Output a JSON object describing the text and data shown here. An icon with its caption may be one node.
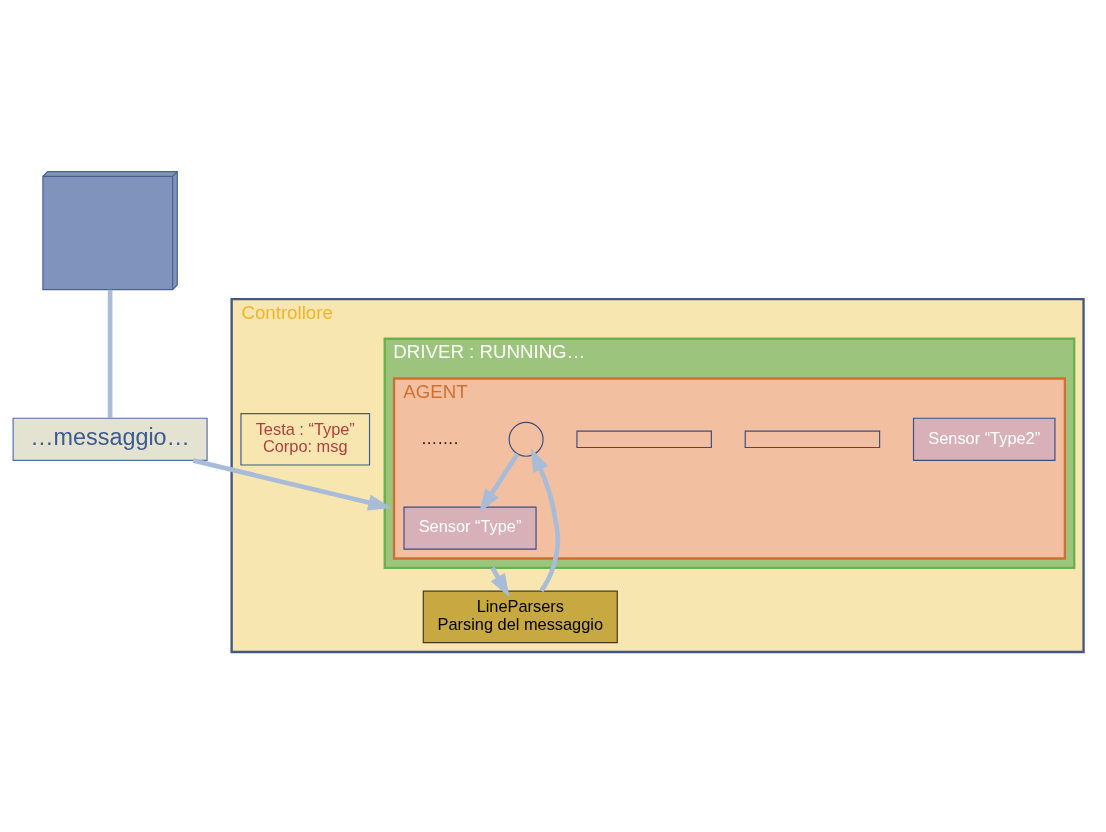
{
  "diagram": {
    "nodes": [
      {
        "text": [],
        "shape": "box"
      },
      {
        "text": [
          "Controllore"
        ]
      },
      {
        "text": [
          "…messaggio…"
        ]
      },
      {
        "text": [
          "DRIVER : RUNNING…"
        ],
        "in": 1
      },
      {
        "text": [
          "AGENT"
        ],
        "in": 3
      },
      {
        "text": [
          "Sensor “Type”"
        ],
        "in": 4
      },
      {
        "text": [
          "Sensor “Type2”"
        ],
        "in": 4
      },
      {
        "text": [],
        "shape": "bar",
        "in": 4
      },
      {
        "text": [],
        "shape": "bar",
        "in": 4
      },
      {
        "text": [],
        "shape": "circle",
        "in": 4
      },
      {
        "text": [
          "Testa : “Type”",
          "Corpo: msg"
        ],
        "in": 1
      },
      {
        "text": [
          "LineParsers",
          "Parsing del messaggio"
        ],
        "in": 1
      }
    ],
    "edges": [
      {
        "from": 0,
        "to": 2,
        "arrow": "none"
      },
      {
        "from": 2,
        "to": 3,
        "arrow": "to"
      },
      {
        "from": 3,
        "to": 11,
        "arrow": "to"
      },
      {
        "from": 11,
        "to": 9,
        "arrow": "to"
      },
      {
        "from": 9,
        "to": 5,
        "arrow": "to"
      }
    ],
    "labels": [
      "……."
    ]
  }
}
